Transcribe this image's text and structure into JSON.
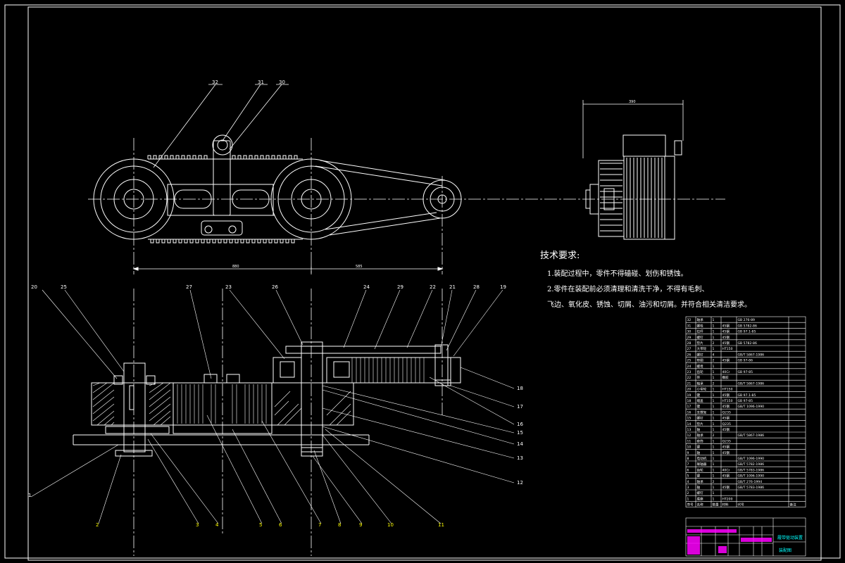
{
  "technical_requirements": {
    "title": "技术要求:",
    "items": [
      "1.装配过程中，零件不得磕碰、划伤和锈蚀。",
      "2.零件在装配前必须清理和清洗干净，不得有毛刺、",
      "飞边、氧化皮、锈蚀、切屑、油污和切屑。并符合相关清洁要求。"
    ]
  },
  "top_view": {
    "dimension_label_1": "880",
    "dimension_label_2": "585",
    "callouts": [
      "32",
      "31",
      "30"
    ]
  },
  "side_view": {
    "dimension_label": "390"
  },
  "section_view": {
    "callouts_top": [
      "20",
      "25",
      "27",
      "23",
      "26",
      "24",
      "29",
      "22",
      "21",
      "28",
      "19"
    ],
    "callouts_right": [
      "18",
      "17",
      "16",
      "15",
      "14",
      "13",
      "12"
    ],
    "callouts_bottom": [
      "1",
      "2",
      "3",
      "4",
      "5",
      "6",
      "7",
      "8",
      "9",
      "10",
      "11"
    ]
  },
  "bom": {
    "header": [
      "序号",
      "名称",
      "数量",
      "材料",
      "代号",
      "备注"
    ],
    "rows": [
      [
        "32",
        "轴承",
        "1",
        "",
        "GB 276-89",
        ""
      ],
      [
        "31",
        "螺栓",
        "1",
        "45钢",
        "GB 5782-86",
        ""
      ],
      [
        "30",
        "拉杆",
        "1",
        "45钢",
        "GB 97.1-85",
        ""
      ],
      [
        "29",
        "螺钉",
        "1",
        "45钢",
        "",
        ""
      ],
      [
        "28",
        "垫片",
        "2",
        "45钢",
        "GB 5782-86",
        ""
      ],
      [
        "27",
        "大带轮",
        "1",
        "HT150",
        "",
        ""
      ],
      [
        "26",
        "螺钉",
        "4",
        "",
        "GB/T 5867-1986",
        ""
      ],
      [
        "25",
        "垫圈",
        "2",
        "45钢",
        "GB 97-86",
        ""
      ],
      [
        "24",
        "螺母",
        "1",
        "",
        "",
        ""
      ],
      [
        "23",
        "齿轮",
        "1",
        "40Cr",
        "GB 97-85",
        ""
      ],
      [
        "22",
        "带",
        "1",
        "橡胶",
        "",
        ""
      ],
      [
        "21",
        "轴承",
        "2",
        "",
        "GB/T 5867-1986",
        ""
      ],
      [
        "20",
        "小带轮",
        "1",
        "HT150",
        "",
        ""
      ],
      [
        "19",
        "键",
        "1",
        "45钢",
        "GB 97.1-85",
        ""
      ],
      [
        "18",
        "端盖",
        "1",
        "HT150",
        "GB 97-85",
        ""
      ],
      [
        "17",
        "键",
        "1",
        "45钢",
        "GB/T 1096-1990",
        ""
      ],
      [
        "16",
        "支撑架",
        "1",
        "Q235",
        "",
        ""
      ],
      [
        "15",
        "螺钉",
        "1",
        "45钢",
        "",
        ""
      ],
      [
        "14",
        "垫片",
        "1",
        "Q235",
        "",
        ""
      ],
      [
        "13",
        "轴",
        "1",
        "45钢",
        "",
        ""
      ],
      [
        "12",
        "轴承",
        "2",
        "",
        "GB/T 5867-1986",
        ""
      ],
      [
        "11",
        "套筒",
        "1",
        "Q235",
        "",
        ""
      ],
      [
        "10",
        "键",
        "1",
        "45钢",
        "",
        ""
      ],
      [
        "9",
        "轴",
        "1",
        "45钢",
        "",
        ""
      ],
      [
        "8",
        "电动机",
        "1",
        "",
        "GB/T 1096-1990",
        ""
      ],
      [
        "7",
        "联轴器",
        "1",
        "",
        "GB/T 5782-1986",
        ""
      ],
      [
        "6",
        "齿轮",
        "1",
        "40Cr",
        "GB/T 5783-1986",
        ""
      ],
      [
        "5",
        "键",
        "1",
        "45钢",
        "GB/T 1096-1990",
        ""
      ],
      [
        "4",
        "轴承",
        "2",
        "",
        "GB/T 276-1994",
        ""
      ],
      [
        "3",
        "轴",
        "1",
        "45钢",
        "GB/T 5783-1986",
        ""
      ],
      [
        "2",
        "螺钉",
        "1",
        "",
        "",
        ""
      ],
      [
        "1",
        "底座",
        "1",
        "HT200",
        "",
        ""
      ]
    ]
  },
  "title_block": {
    "drawing_title": "履带驱动装置",
    "drawing_number": "装配图"
  },
  "colors": {
    "line": "#ffffff",
    "callout_highlight": "#ffff00",
    "title_block_magenta": "#ff00ff",
    "title_block_cyan": "#00ffff",
    "hatch": "#ffffff"
  }
}
